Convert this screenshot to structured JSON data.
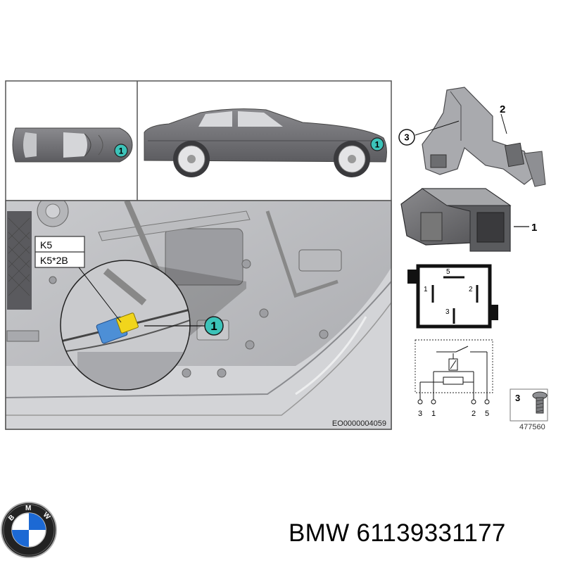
{
  "callouts": {
    "main": "1",
    "relay": "1",
    "bracket_3": "3",
    "bracket_2": "2",
    "screw": "3"
  },
  "connector_labels": {
    "k5": "K5",
    "k5_2b": "K5*2B"
  },
  "image_code": "EO0000004059",
  "pins_top": {
    "p5": "5",
    "p1": "1",
    "p2": "2",
    "p3": "3"
  },
  "circuit_pins": [
    "3",
    "1",
    "2",
    "5"
  ],
  "part_code": "477560",
  "brand": "BMW",
  "part_number": "61139331177",
  "colors": {
    "callout_teal": "#3cc3b9",
    "connector_yellow": "#f1d51c",
    "connector_blue": "#4d8fd6",
    "car_gray": "#6f6f72"
  }
}
